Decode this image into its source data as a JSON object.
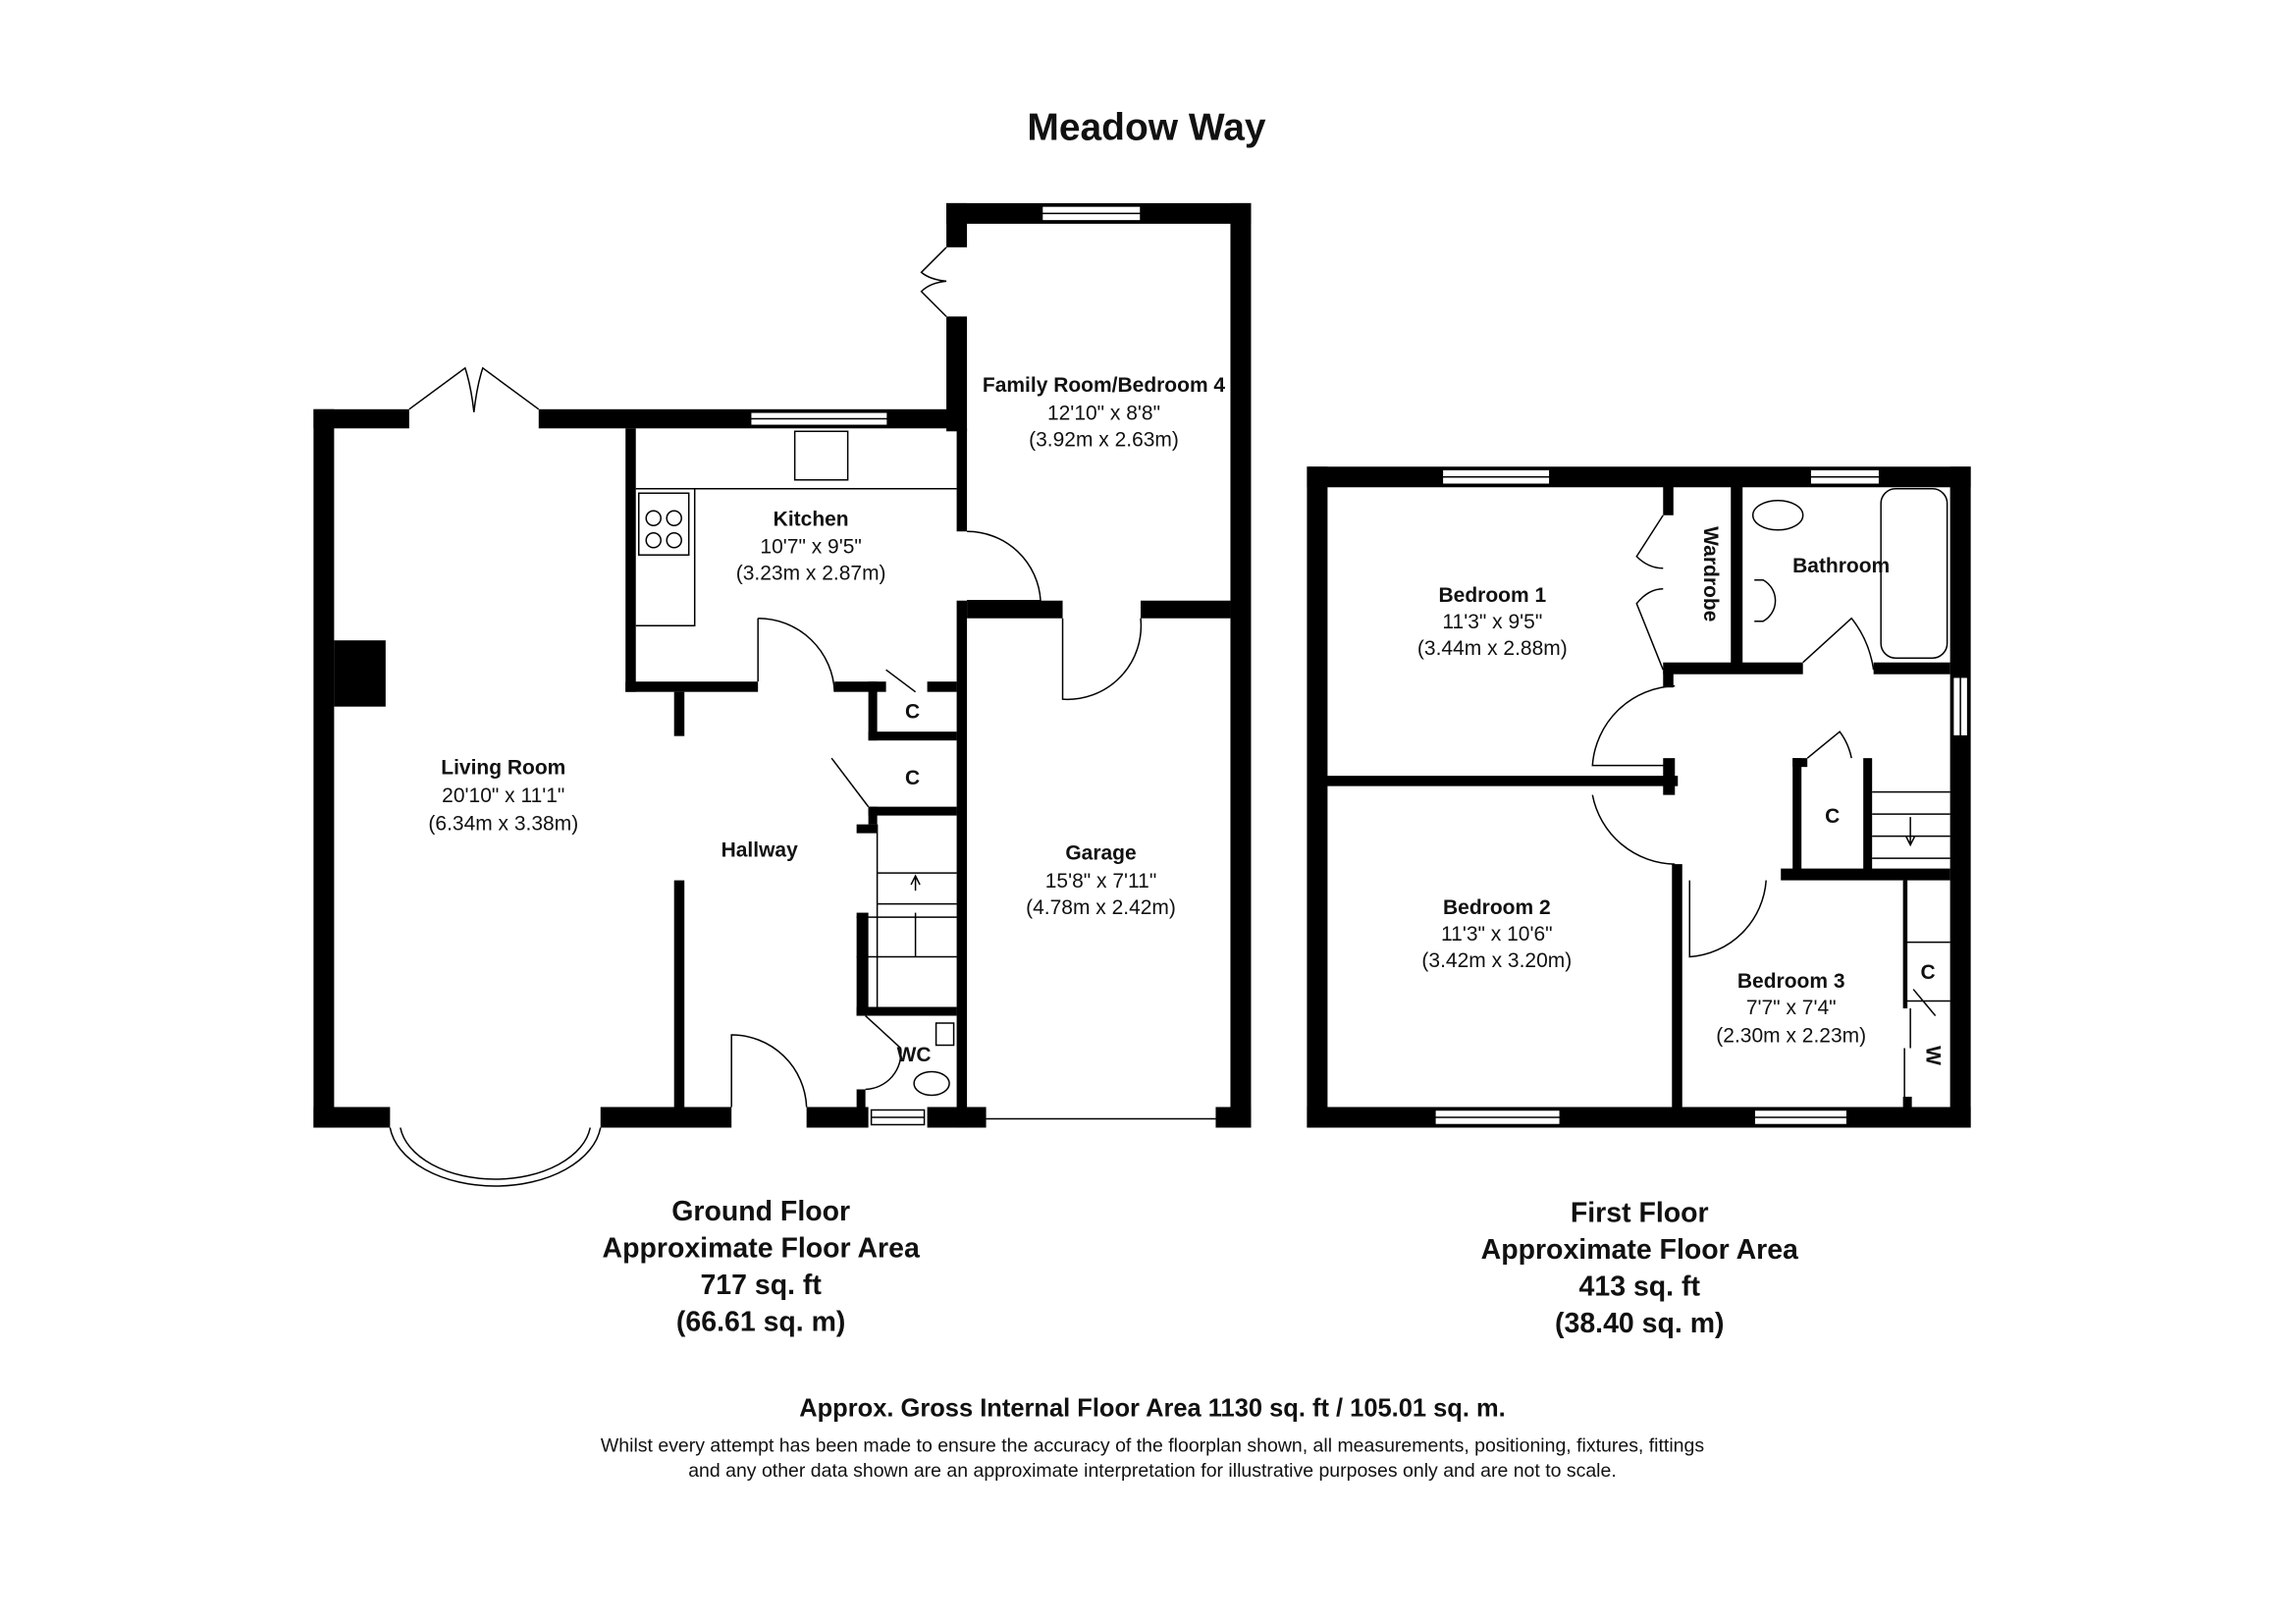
{
  "title": "Meadow Way",
  "ground_floor": {
    "rooms": [
      {
        "name": "Living Room",
        "imperial": "20'10\" x 11'1\"",
        "metric": "(6.34m x 3.38m)"
      },
      {
        "name": "Kitchen",
        "imperial": "10'7\" x 9'5\"",
        "metric": "(3.23m x 2.87m)"
      },
      {
        "name": "Family Room/Bedroom 4",
        "imperial": "12'10\" x 8'8\"",
        "metric": "(3.92m x 2.63m)"
      },
      {
        "name": "Hallway"
      },
      {
        "name": "Garage",
        "imperial": "15'8\" x 7'11\"",
        "metric": "(4.78m x 2.42m)"
      },
      {
        "name": "C"
      },
      {
        "name": "C"
      },
      {
        "name": "WC"
      }
    ],
    "caption": {
      "line1": "Ground Floor",
      "line2": "Approximate Floor Area",
      "line3": "717 sq. ft",
      "line4": "(66.61 sq. m)"
    }
  },
  "first_floor": {
    "rooms": [
      {
        "name": "Bedroom 1",
        "imperial": "11'3\" x 9'5\"",
        "metric": "(3.44m x 2.88m)"
      },
      {
        "name": "Wardrobe"
      },
      {
        "name": "Bathroom"
      },
      {
        "name": "Bedroom 2",
        "imperial": "11'3\" x 10'6\"",
        "metric": "(3.42m x 3.20m)"
      },
      {
        "name": "C"
      },
      {
        "name": "Bedroom 3",
        "imperial": "7'7\" x 7'4\"",
        "metric": "(2.30m x 2.23m)"
      },
      {
        "name": "C"
      },
      {
        "name": "W"
      }
    ],
    "caption": {
      "line1": "First Floor",
      "line2": "Approximate Floor Area",
      "line3": "413 sq. ft",
      "line4": "(38.40 sq. m)"
    }
  },
  "gross_area": "Approx. Gross Internal Floor Area 1130 sq. ft / 105.01 sq. m.",
  "disclaimer": {
    "line1": "Whilst every attempt has been made to ensure the accuracy of the floorplan shown, all measurements, positioning, fixtures, fittings",
    "line2": "and any other data shown are an approximate interpretation for illustrative purposes only  and are not to scale."
  },
  "colors": {
    "wall": "#000000",
    "background": "#ffffff"
  }
}
